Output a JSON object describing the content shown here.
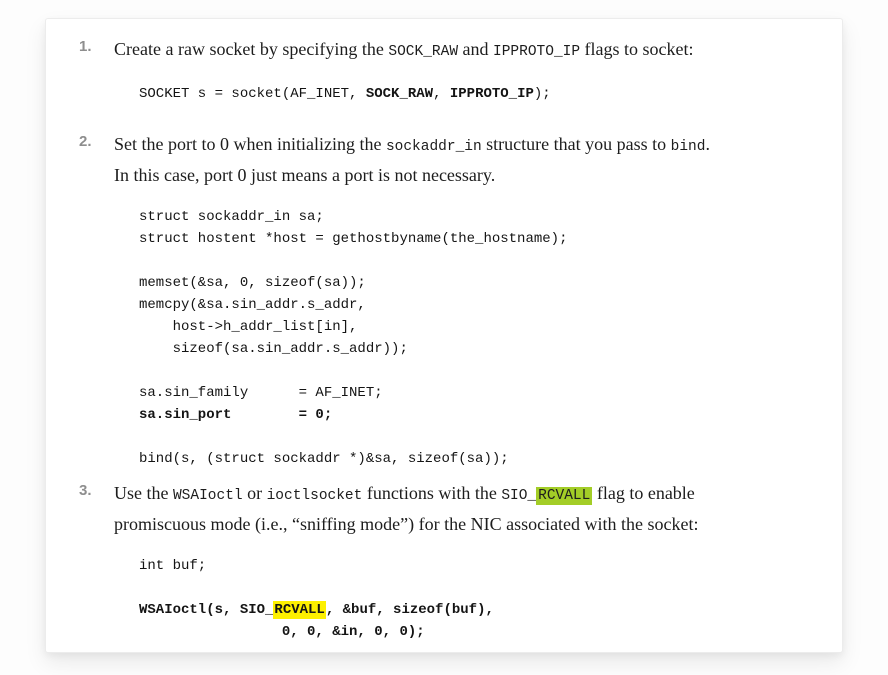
{
  "colors": {
    "highlight_green": "#a3cd27",
    "highlight_yellow": "#fdf000",
    "step_number": "#8e8e8e"
  },
  "card": {
    "steps": [
      {
        "number": "1.",
        "text_lines": [
          [
            {
              "t": "Create a raw socket by specifying the "
            },
            {
              "t": "SOCK_RAW",
              "mono": true
            },
            {
              "t": " and "
            },
            {
              "t": "IPPROTO_IP",
              "mono": true
            },
            {
              "t": " flags to socket:"
            }
          ]
        ],
        "code_lines": [
          [
            {
              "t": "SOCKET s = socket(AF_INET, "
            },
            {
              "t": "SOCK_RAW",
              "bold": true
            },
            {
              "t": ", "
            },
            {
              "t": "IPPROTO_IP",
              "bold": true
            },
            {
              "t": ");"
            }
          ]
        ]
      },
      {
        "number": "2.",
        "text_lines": [
          [
            {
              "t": "Set the port to 0 when initializing the "
            },
            {
              "t": "sockaddr_in",
              "mono": true
            },
            {
              "t": " structure that you pass to "
            },
            {
              "t": "bind",
              "mono": true
            },
            {
              "t": "."
            }
          ],
          [
            {
              "t": "In this case, port 0 just means a port is not necessary."
            }
          ]
        ],
        "code_lines": [
          [
            {
              "t": "struct sockaddr_in sa;"
            }
          ],
          [
            {
              "t": "struct hostent *host = gethostbyname(the_hostname);"
            }
          ],
          [
            {
              "t": ""
            }
          ],
          [
            {
              "t": "memset(&sa, 0, sizeof(sa));"
            }
          ],
          [
            {
              "t": "memcpy(&sa.sin_addr.s_addr,"
            }
          ],
          [
            {
              "t": "    host->h_addr_list[in],"
            }
          ],
          [
            {
              "t": "    sizeof(sa.sin_addr.s_addr));"
            }
          ],
          [
            {
              "t": ""
            }
          ],
          [
            {
              "t": "sa.sin_family      = AF_INET;"
            }
          ],
          [
            {
              "t": "sa.sin_port        = 0;",
              "bold": true
            }
          ],
          [
            {
              "t": ""
            }
          ],
          [
            {
              "t": "bind(s, (struct sockaddr *)&sa, sizeof(sa));"
            }
          ]
        ]
      },
      {
        "number": "3.",
        "text_lines": [
          [
            {
              "t": "Use the "
            },
            {
              "t": "WSAIoctl",
              "mono": true
            },
            {
              "t": " or "
            },
            {
              "t": "ioctlsocket",
              "mono": true
            },
            {
              "t": " functions with the "
            },
            {
              "t": "SIO_",
              "mono": true
            },
            {
              "t": "RCVALL",
              "mono": true,
              "hl": "green"
            },
            {
              "t": " flag to enable"
            }
          ],
          [
            {
              "t": "promiscuous mode (i.e., “sniffing mode”) for the NIC associated with the socket:"
            }
          ]
        ],
        "code_lines": [
          [
            {
              "t": "int buf;"
            }
          ],
          [
            {
              "t": ""
            }
          ],
          [
            {
              "t": "WSAIoctl(s, SIO_",
              "bold": true
            },
            {
              "t": "RCVALL",
              "bold": true,
              "hl": "yellow"
            },
            {
              "t": ", &buf, sizeof(buf),",
              "bold": true
            }
          ],
          [
            {
              "t": "                 0, 0, &in, 0, 0);",
              "bold": true
            }
          ]
        ]
      }
    ]
  }
}
